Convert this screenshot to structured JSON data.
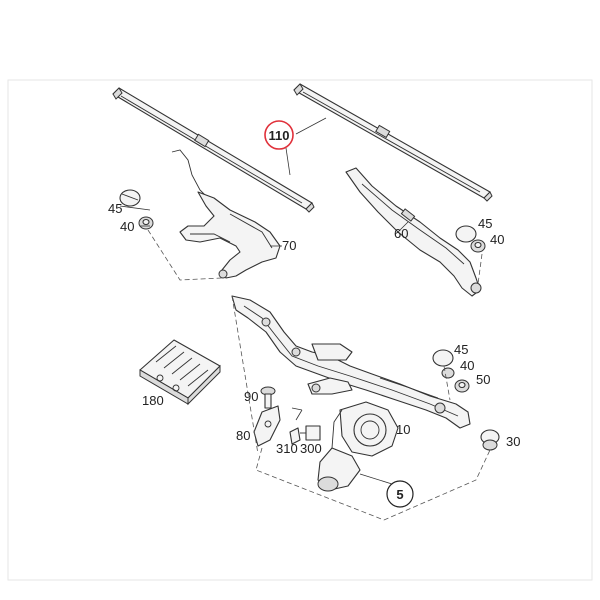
{
  "colors": {
    "highlight": "#e0303a",
    "line": "#333333",
    "background": "#ffffff"
  },
  "callouts": {
    "wiper_blade": "110",
    "left_cap": "45",
    "left_nut": "40",
    "left_arm": "70",
    "right_arm": "60",
    "right_cap": "45",
    "right_nut": "40",
    "mid_cap": "45",
    "mid_nut": "40",
    "bushing": "50",
    "grommet": "30",
    "motor": "10",
    "linkage_assembly": "5",
    "screw": "90",
    "bracket": "80",
    "clip": "310",
    "connector": "300",
    "relay_module": "180"
  }
}
